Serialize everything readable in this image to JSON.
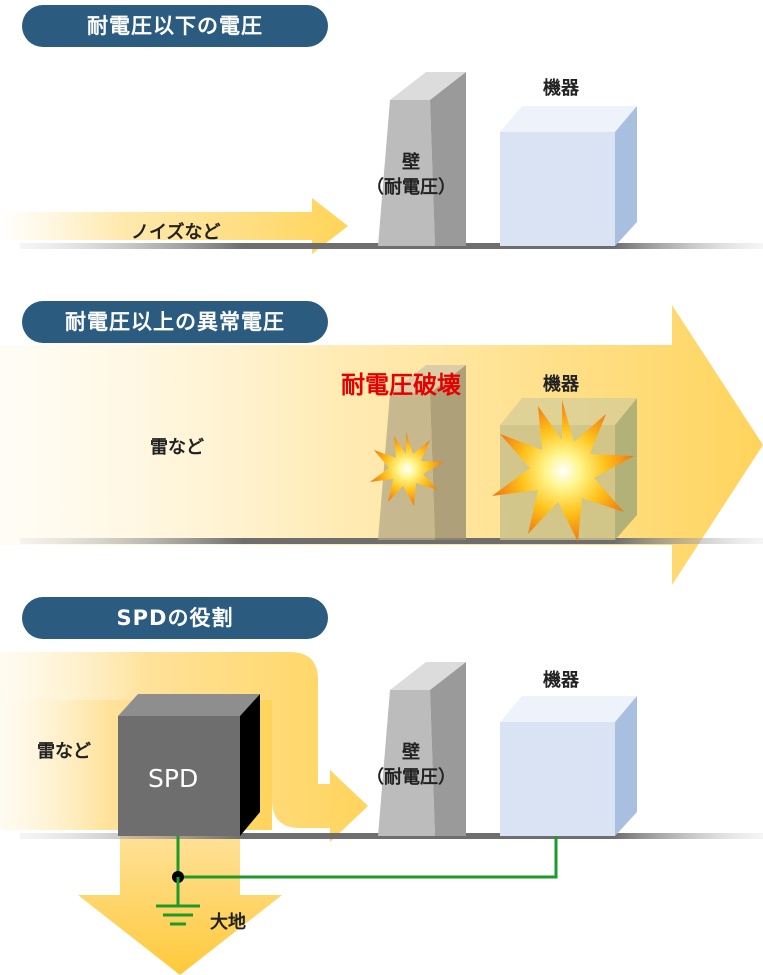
{
  "sections": [
    {
      "title": "耐電圧以下の電圧",
      "source_label": "ノイズなど",
      "wall_label_line1": "壁",
      "wall_label_line2": "（耐電圧）",
      "device_label": "機器"
    },
    {
      "title": "耐電圧以上の異常電圧",
      "source_label": "雷など",
      "breakdown_label": "耐電圧破壊",
      "device_label": "機器"
    },
    {
      "title": "SPDの役割",
      "source_label": "雷など",
      "spd_label": "SPD",
      "wall_label_line1": "壁",
      "wall_label_line2": "（耐電圧）",
      "device_label": "機器",
      "earth_label": "大地"
    }
  ],
  "colors": {
    "pill": "#2b5c80",
    "arrow": "#ffd96b",
    "wall": "#b4b4b4",
    "device": "#d9e3f3",
    "ground_wire": "#1e9a2c",
    "breakdown_text": "#e60000",
    "spd_box": "#6e6e6e"
  },
  "icons": [
    "explosion-icon",
    "ground-symbol-icon"
  ]
}
